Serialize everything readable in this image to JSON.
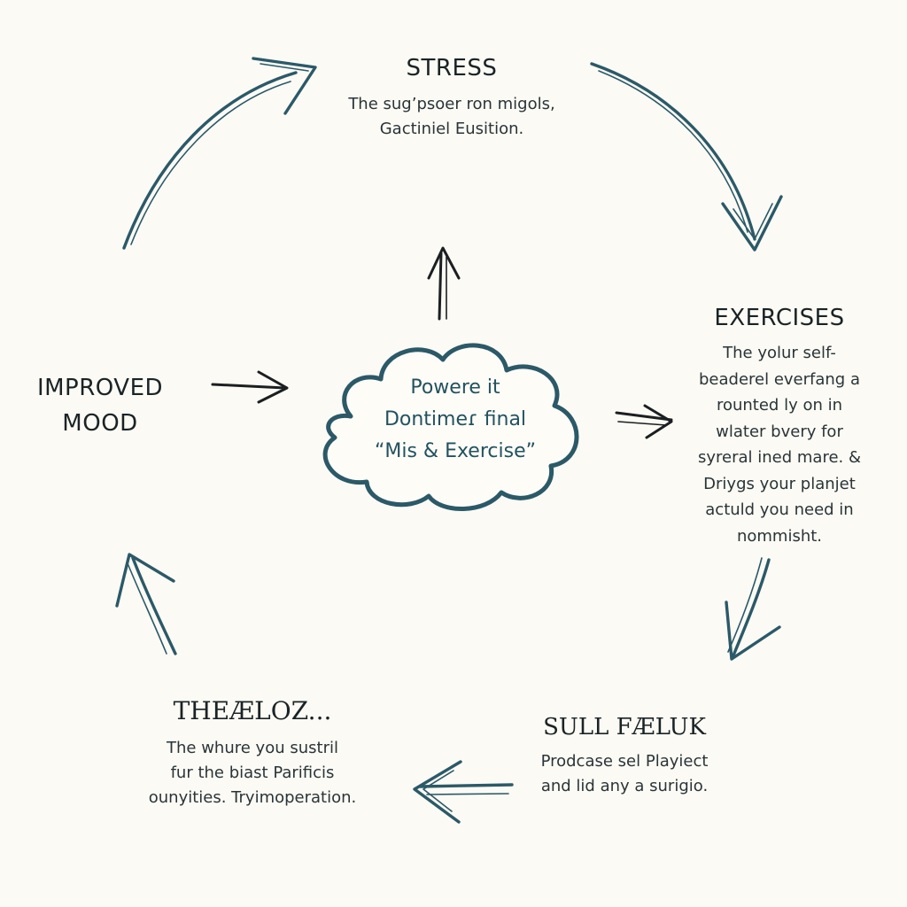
{
  "colors": {
    "background": "#fbfaf4",
    "arrow_teal": "#2b5968",
    "arrow_dark": "#1b1f22",
    "cloud_stroke": "#2b5968",
    "text": "#1f2a2e"
  },
  "center": {
    "lines": [
      "Powere it",
      "Dontimeɾ final",
      "“Mis & Exercise”"
    ]
  },
  "nodes": {
    "stress": {
      "title": "STRESS",
      "lines": [
        "The sug’psoer ron migols,",
        "Gactiniel Eusition."
      ]
    },
    "exercises": {
      "title": "EXERCISES",
      "lines": [
        "The yolur self-",
        "beaderel everfang a",
        "rounted ly on in",
        "wlater bvery for",
        "syreral ined mare. &",
        "Driygs your planjet",
        "actuld you need in",
        "nommisht."
      ]
    },
    "improved_mood": {
      "title_lines": [
        "IMPROVED",
        "MOOD"
      ]
    },
    "bottom_left": {
      "title": "THEÆLOZ...",
      "lines": [
        "The whure you sustril",
        "fur the biast Parificis",
        "ounyities. Tryimoperation."
      ]
    },
    "bottom_right": {
      "title": "SULL FÆLUK",
      "lines": [
        "Prodcase sel Playiect",
        "and lid any a surigio."
      ]
    }
  },
  "icons": [
    "curved-arrow-icon",
    "straight-arrow-icon",
    "cloud-icon"
  ]
}
